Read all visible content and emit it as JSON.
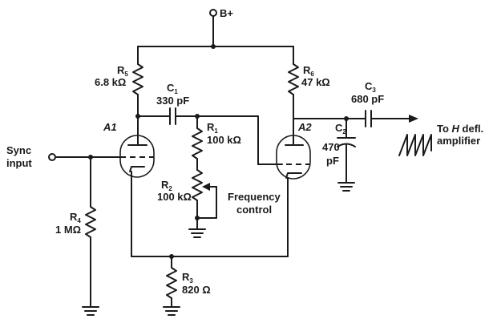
{
  "supply": {
    "label": "B+"
  },
  "components": {
    "r5": {
      "name": "R",
      "sub": "5",
      "value": "6.8 kΩ"
    },
    "r6": {
      "name": "R",
      "sub": "6",
      "value": "47 kΩ"
    },
    "c1": {
      "name": "C",
      "sub": "1",
      "value": "330 pF"
    },
    "c3": {
      "name": "C",
      "sub": "3",
      "value": "680 pF"
    },
    "r1": {
      "name": "R",
      "sub": "1",
      "value": "100 kΩ"
    },
    "r2": {
      "name": "R",
      "sub": "2",
      "value": "100 kΩ"
    },
    "c2": {
      "name": "C",
      "sub": "2",
      "value_line1": "470",
      "value_line2": "pF"
    },
    "r4": {
      "name": "R",
      "sub": "4",
      "value": "1 MΩ"
    },
    "r3": {
      "name": "R",
      "sub": "3",
      "value": "820 Ω"
    }
  },
  "tubes": {
    "a1": "A1",
    "a2": "A2"
  },
  "labels": {
    "sync_line1": "Sync",
    "sync_line2": "input",
    "freq_line1": "Frequency",
    "freq_line2": "control",
    "out_line1_pre": "To ",
    "out_line1_h": "H",
    "out_line1_post": " defl.",
    "out_line2": "amplifier"
  }
}
